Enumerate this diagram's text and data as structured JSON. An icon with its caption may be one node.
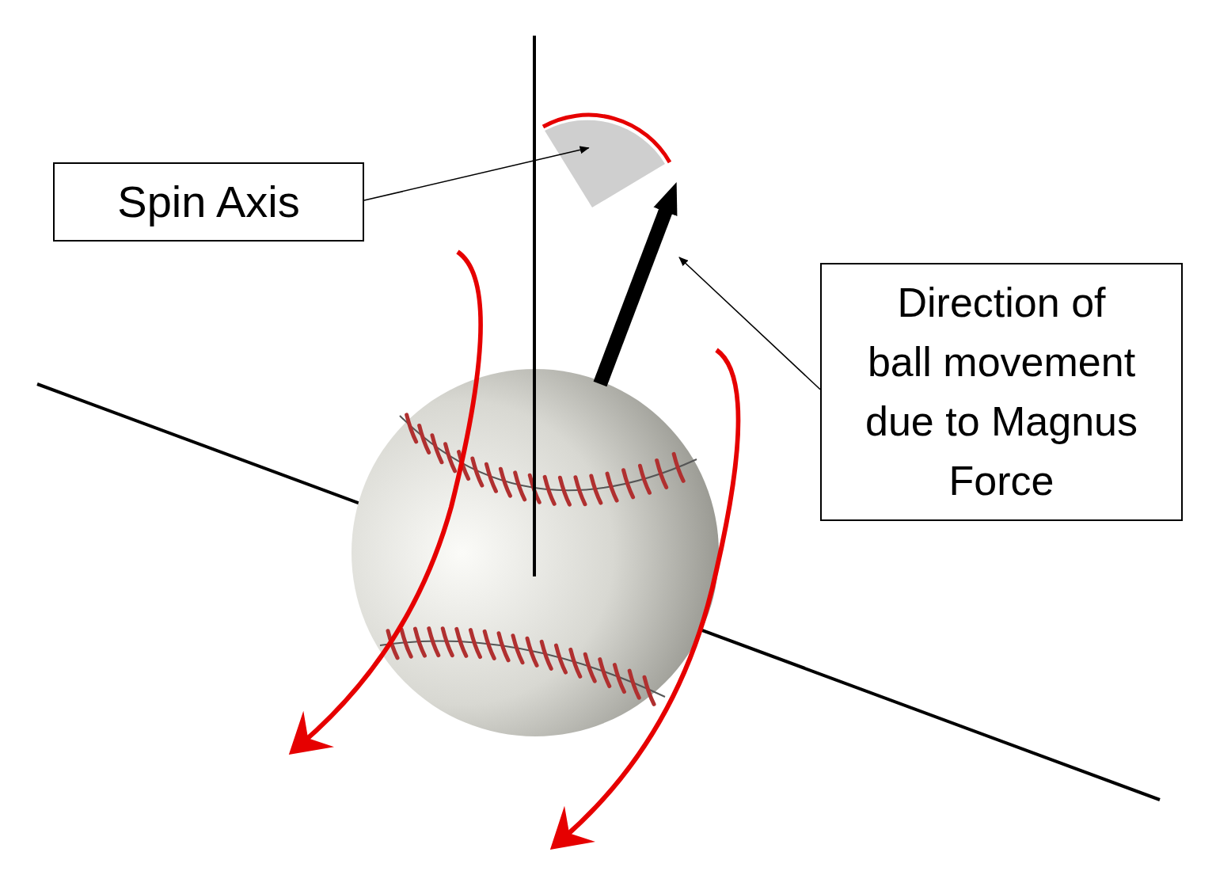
{
  "diagram": {
    "nodes": [
      {
        "text": [
          "Spin Axis"
        ]
      },
      {
        "text": [
          "Direction of ball movement due to Magnus Force"
        ]
      },
      {
        "text": [],
        "shape": "picture"
      }
    ],
    "edges": [
      {
        "from": 0,
        "to": 2,
        "arrow": "to"
      },
      {
        "from": 1,
        "to": null,
        "arrow": "to"
      }
    ]
  }
}
